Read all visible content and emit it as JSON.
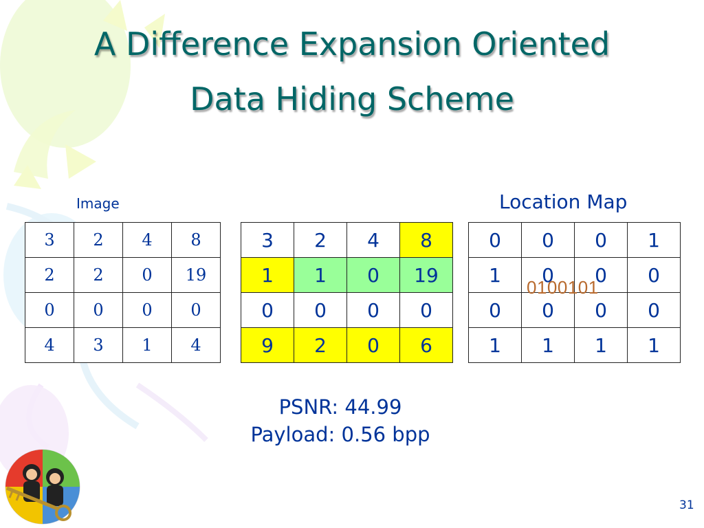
{
  "slide": {
    "title_line1": "A Difference Expansion Oriented",
    "title_line2": "Data Hiding Scheme",
    "image_caption": "Image",
    "location_map_caption": "Location Map",
    "bitstream": "0100101",
    "psnr": "PSNR: 44.99",
    "payload": "Payload: 0.56 bpp",
    "page_number": "31"
  },
  "image_table": [
    [
      "3",
      "2",
      "4",
      "8"
    ],
    [
      "2",
      "2",
      "0",
      "19"
    ],
    [
      "0",
      "0",
      "0",
      "0"
    ],
    [
      "4",
      "3",
      "1",
      "4"
    ]
  ],
  "modified_table": [
    [
      "3",
      "2",
      "4",
      "8"
    ],
    [
      "1",
      "1",
      "0",
      "19"
    ],
    [
      "0",
      "0",
      "0",
      "0"
    ],
    [
      "9",
      "2",
      "0",
      "6"
    ]
  ],
  "location_map_table": [
    [
      "0",
      "0",
      "0",
      "1"
    ],
    [
      "1",
      "0",
      "0",
      "0"
    ],
    [
      "0",
      "0",
      "0",
      "0"
    ],
    [
      "1",
      "1",
      "1",
      "1"
    ]
  ],
  "colors": {
    "title": "#006666",
    "text": "#003399",
    "highlight_yellow": "#ffff00",
    "highlight_green": "#99ff99",
    "bitstream": "#b86a2e"
  },
  "icons": [
    "balloon-decoration-icon",
    "key-logo-icon"
  ]
}
